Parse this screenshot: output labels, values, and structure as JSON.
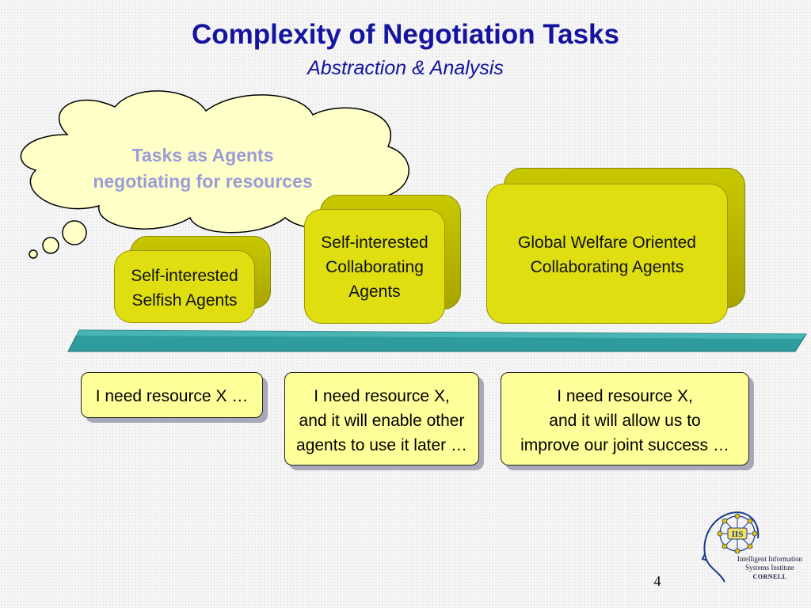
{
  "slide": {
    "title": "Complexity of Negotiation Tasks",
    "subtitle": "Abstraction & Analysis",
    "page_number": "4"
  },
  "cloud": {
    "line1": "Tasks as Agents",
    "line2": "negotiating for resources"
  },
  "agent_boxes": [
    {
      "line1": "Self-interested",
      "line2": "Selfish Agents",
      "line3": ""
    },
    {
      "line1": "Self-interested",
      "line2": "Collaborating",
      "line3": "Agents"
    },
    {
      "line1": "Global Welfare Oriented",
      "line2": "Collaborating Agents",
      "line3": ""
    }
  ],
  "notes": [
    {
      "line1": "I need resource X …",
      "line2": "",
      "line3": ""
    },
    {
      "line1": "I need resource X,",
      "line2": "and it will enable other",
      "line3": "agents to use it later …"
    },
    {
      "line1": "I need resource X,",
      "line2": "and it will allow us to",
      "line3": "improve our joint success …"
    }
  ],
  "logo": {
    "center_text": "IIS",
    "line1": "Intelligent Information",
    "line2": "Systems Institute",
    "line3": "CORNELL"
  },
  "colors": {
    "title": "#1414a0",
    "cloud_text": "#9c9cd8",
    "cloud_fill": "#ffffc8",
    "box_fill": "#dede10",
    "note_fill": "#ffff9a",
    "timeline": "#2e9c9c"
  }
}
